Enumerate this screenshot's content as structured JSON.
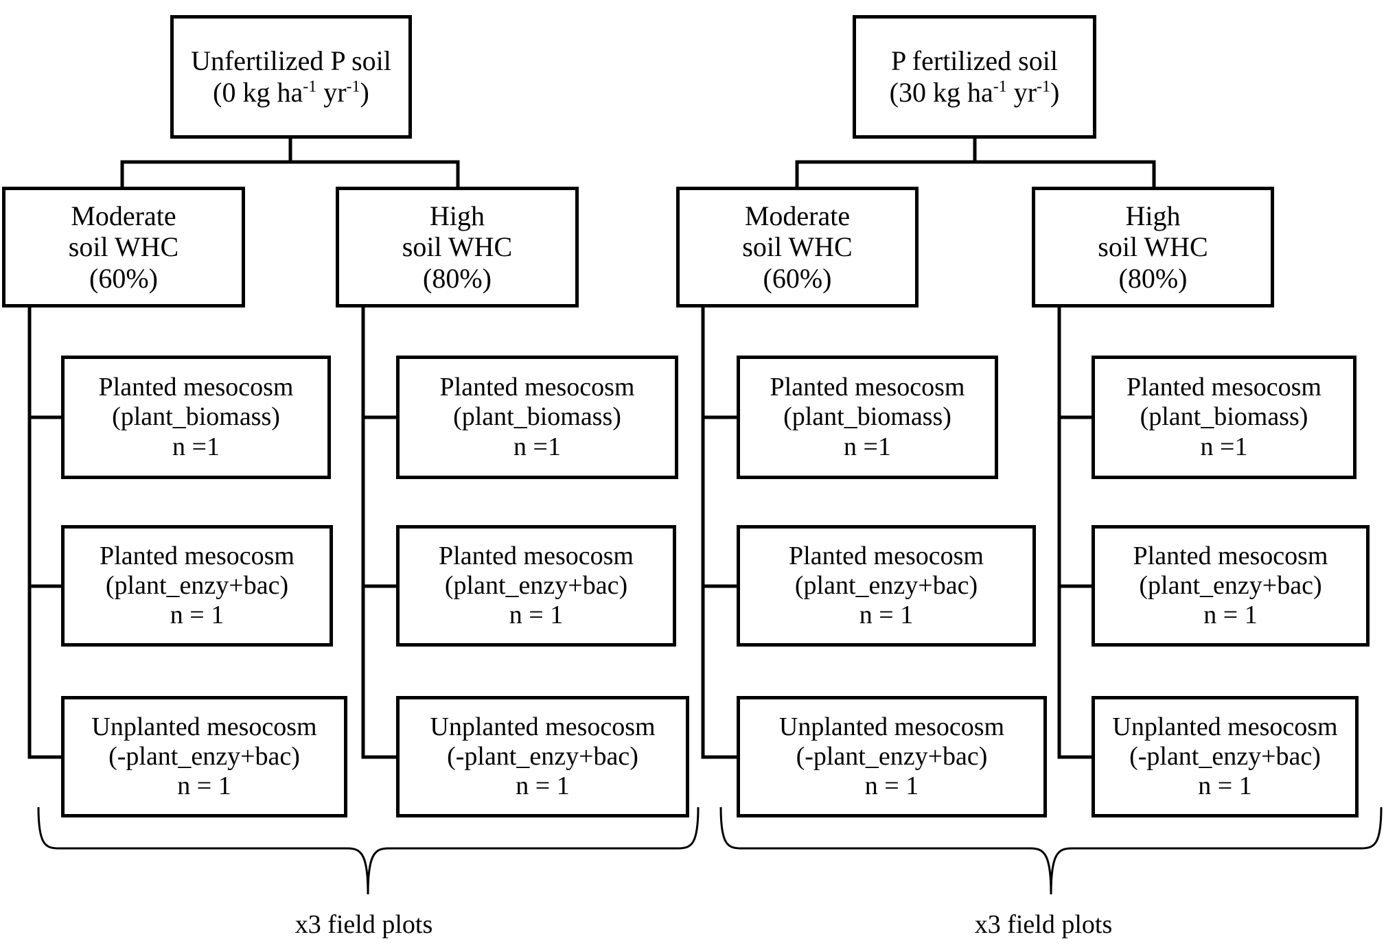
{
  "groups": [
    {
      "root": {
        "line1": "Unfertilized  P soil",
        "rate_prefix": "(0 kg ha",
        "exp1": "-1",
        "unit2": " yr",
        "exp2": "-1",
        "rate_suffix": ")"
      },
      "branches": [
        {
          "label": [
            "Moderate",
            "soil  WHC",
            "(60%)"
          ],
          "leaves": [
            [
              "Planted  mesocosm",
              "(plant_biomass)",
              "n =1"
            ],
            [
              "Planted  mesocosm",
              "(plant_enzy+bac)",
              "n = 1"
            ],
            [
              "Unplanted  mesocosm",
              "(-plant_enzy+bac)",
              "n = 1"
            ]
          ]
        },
        {
          "label": [
            "High",
            "soil  WHC",
            "(80%)"
          ],
          "leaves": [
            [
              "Planted  mesocosm",
              "(plant_biomass)",
              "n =1"
            ],
            [
              "Planted  mesocosm",
              "(plant_enzy+bac)",
              "n = 1"
            ],
            [
              "Unplanted  mesocosm",
              "(-plant_enzy+bac)",
              "n = 1"
            ]
          ]
        }
      ],
      "caption": "x3  field  plots"
    },
    {
      "root": {
        "line1": "P fertilized  soil",
        "rate_prefix": "(30 kg ha",
        "exp1": "-1",
        "unit2": " yr",
        "exp2": "-1",
        "rate_suffix": ")"
      },
      "branches": [
        {
          "label": [
            "Moderate",
            "soil  WHC",
            "(60%)"
          ],
          "leaves": [
            [
              "Planted  mesocosm",
              "(plant_biomass)",
              "n =1"
            ],
            [
              "Planted  mesocosm",
              "(plant_enzy+bac)",
              "n = 1"
            ],
            [
              "Unplanted  mesocosm",
              "(-plant_enzy+bac)",
              "n = 1"
            ]
          ]
        },
        {
          "label": [
            "High",
            "soil  WHC",
            "(80%)"
          ],
          "leaves": [
            [
              "Planted  mesocosm",
              "(plant_biomass)",
              "n =1"
            ],
            [
              "Planted  mesocosm",
              "(plant_enzy+bac)",
              "n = 1"
            ],
            [
              "Unplanted  mesocosm",
              "(-plant_enzy+bac)",
              "n = 1"
            ]
          ]
        }
      ],
      "caption": "x3  field  plots"
    }
  ],
  "colors": {
    "line": "#000000",
    "background": "#ffffff"
  }
}
